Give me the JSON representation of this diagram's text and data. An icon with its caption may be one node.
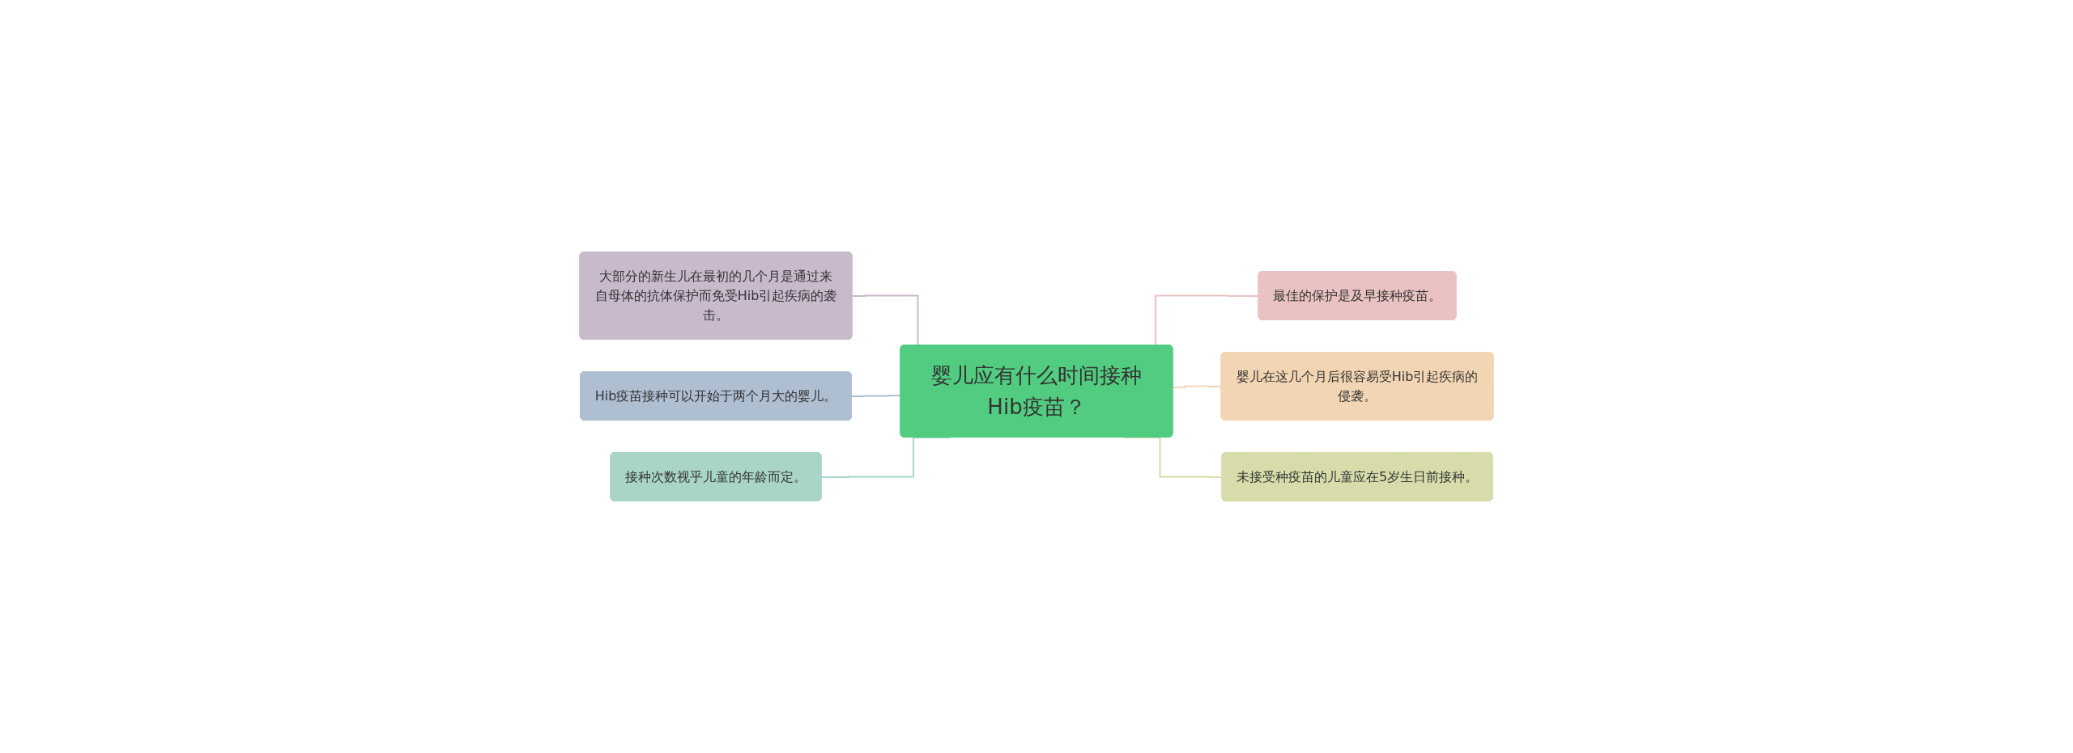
{
  "diagram": {
    "nodes": [
      {
        "text": [
          "婴儿应有什么时间接种Hib疫苗？"
        ]
      },
      {
        "text": [
          "大部分的新生儿在最初的几个月是通过来自母体的抗体保护而免受Hib引起疾病的袭击。"
        ]
      },
      {
        "text": [
          "Hib疫苗接种可以开始于两个月大的婴儿。"
        ]
      },
      {
        "text": [
          "接种次数视乎儿童的年龄而定。"
        ]
      },
      {
        "text": [
          "最佳的保护是及早接种疫苗。"
        ]
      },
      {
        "text": [
          "婴儿在这几个月后很容易受Hib引起疾病的侵袭。"
        ]
      },
      {
        "text": [
          "未接受种疫苗的儿童应在5岁生日前接种。"
        ]
      }
    ],
    "edges": [
      {
        "from": 1,
        "to": 0,
        "arrow": "none",
        "color": "#c8b9cc"
      },
      {
        "from": 2,
        "to": 0,
        "arrow": "none",
        "color": "#aebfd2"
      },
      {
        "from": 3,
        "to": 0,
        "arrow": "none",
        "color": "#a8d5c8"
      },
      {
        "from": 0,
        "to": 4,
        "arrow": "none",
        "color": "#ebc2c2"
      },
      {
        "from": 0,
        "to": 5,
        "arrow": "none",
        "color": "#f2d5b3"
      },
      {
        "from": 0,
        "to": 6,
        "arrow": "none",
        "color": "#d8dcaa"
      }
    ]
  }
}
